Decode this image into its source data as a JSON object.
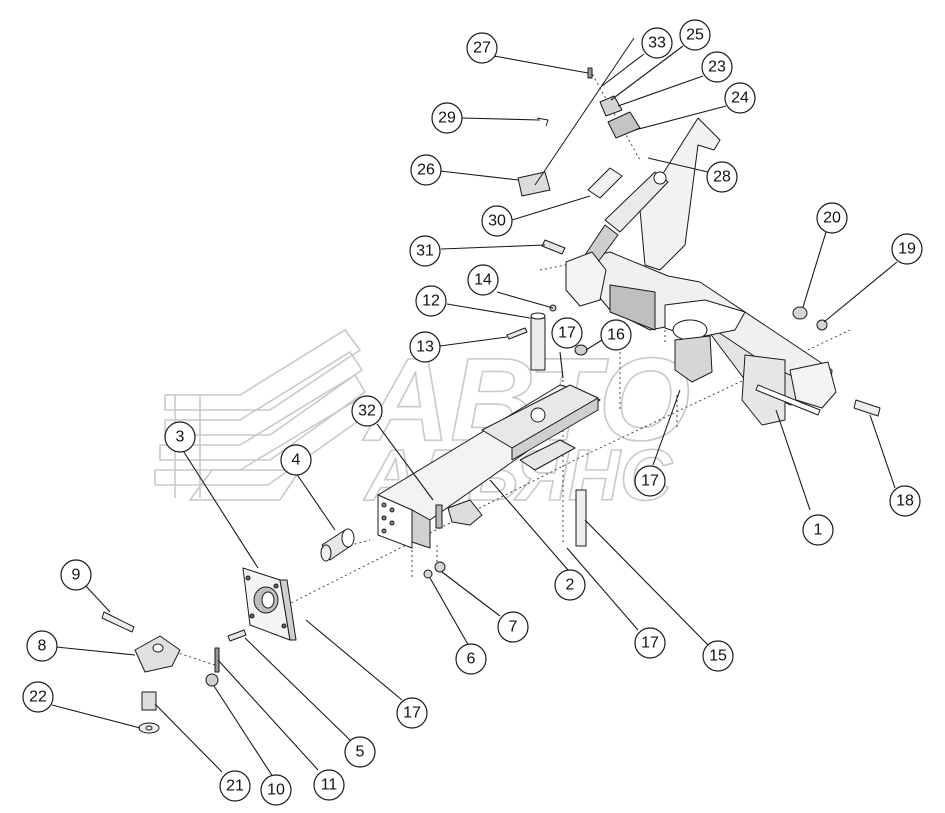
{
  "watermark": {
    "line1": "АВТО",
    "line2": "АЛЬЯНС"
  },
  "callouts": [
    "1",
    "2",
    "3",
    "4",
    "5",
    "6",
    "7",
    "8",
    "9",
    "10",
    "11",
    "12",
    "13",
    "14",
    "15",
    "16",
    "17",
    "17",
    "17",
    "17",
    "18",
    "19",
    "20",
    "21",
    "22",
    "23",
    "24",
    "25",
    "26",
    "27",
    "28",
    "29",
    "30",
    "31",
    "32",
    "33"
  ],
  "colors": {
    "line": "#1a1a1a",
    "part_light": "#f2f2f2",
    "part_mid": "#c8c8c8",
    "part_dark": "#555555",
    "watermark": "#c9c9c9"
  }
}
